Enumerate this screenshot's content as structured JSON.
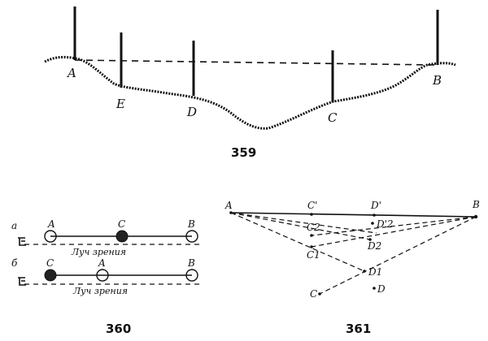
{
  "fig359": {
    "number": "359",
    "labels": {
      "A": "A",
      "E": "E",
      "D": "D",
      "C": "C",
      "B": "B"
    }
  },
  "fig360": {
    "number": "360",
    "row_a": {
      "marker": "a",
      "labels": [
        "A",
        "C",
        "B"
      ],
      "caption": "Луч зрения"
    },
    "row_b": {
      "marker": "б",
      "labels": [
        "C",
        "A",
        "B"
      ],
      "caption": "Луч зрения"
    }
  },
  "fig361": {
    "number": "361",
    "labels": {
      "A": "A",
      "B": "B",
      "C_prime": "C'",
      "D_prime": "D'",
      "D2_prime": "D'2",
      "C2": "C2",
      "D2": "D2",
      "C1": "C1",
      "D1": "D1",
      "C": "C",
      "D": "D"
    }
  }
}
